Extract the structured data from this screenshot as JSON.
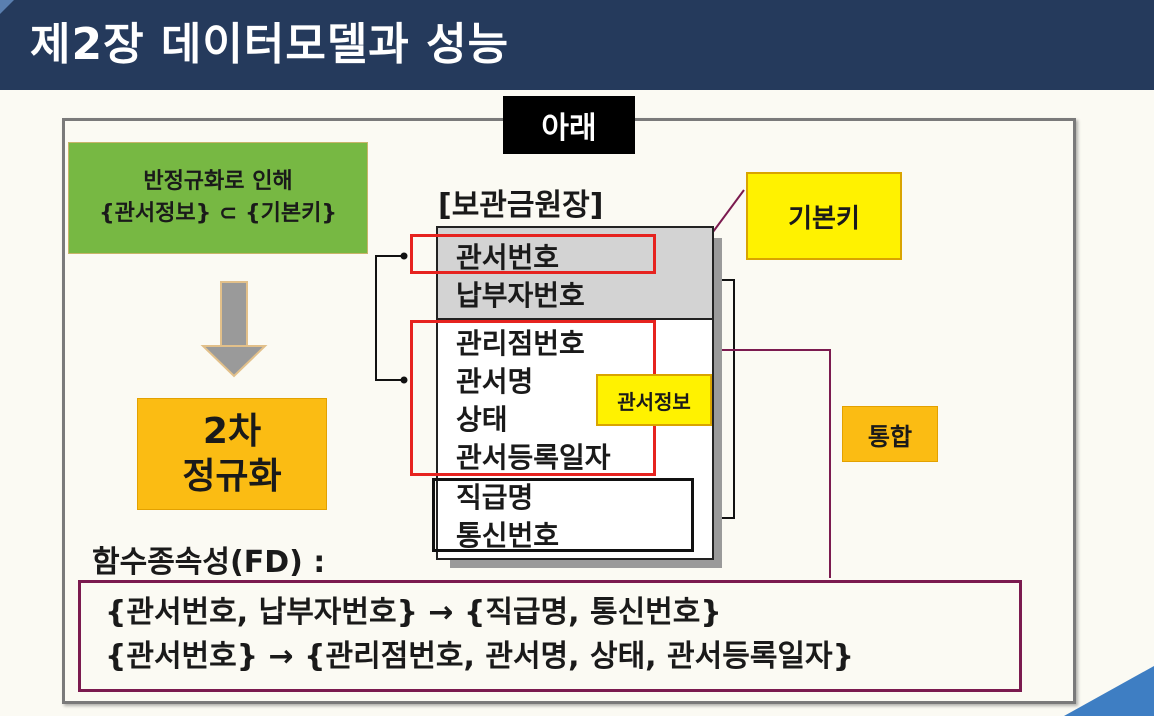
{
  "slide": {
    "title": "제2장 데이터모델과 성능",
    "below_label": "아래"
  },
  "left_panel": {
    "denormalization_line1": "반정규화로 인해",
    "denormalization_line2": "{관서정보} ⊂ {기본키}",
    "result_line1": "2차",
    "result_line2": "정규화"
  },
  "table": {
    "title": "[보관금원장]",
    "key_fields": [
      "관서번호",
      "납부자번호"
    ],
    "office_info_fields": [
      "관리점번호",
      "관서명",
      "상태",
      "관서등록일자"
    ],
    "other_fields": [
      "직급명",
      "통신번호"
    ]
  },
  "callouts": {
    "primary_key": "기본키",
    "office_info": "관서정보",
    "merge": "통합"
  },
  "functional_dependency": {
    "label": "함수종속성(FD) :",
    "rule1": "{관서번호, 납부자번호} → {직급명, 통신번호}",
    "rule2": "{관서번호} → {관리점번호, 관서명, 상태, 관서등록일자}"
  },
  "colors": {
    "header_bg": "#253a5c",
    "green_box": "#77b843",
    "orange_box": "#fbbc13",
    "yellow_box": "#fff200",
    "red_outline": "#e6231f",
    "purple_outline": "#7b1a4f"
  },
  "icons": [
    "down-arrow-icon"
  ]
}
